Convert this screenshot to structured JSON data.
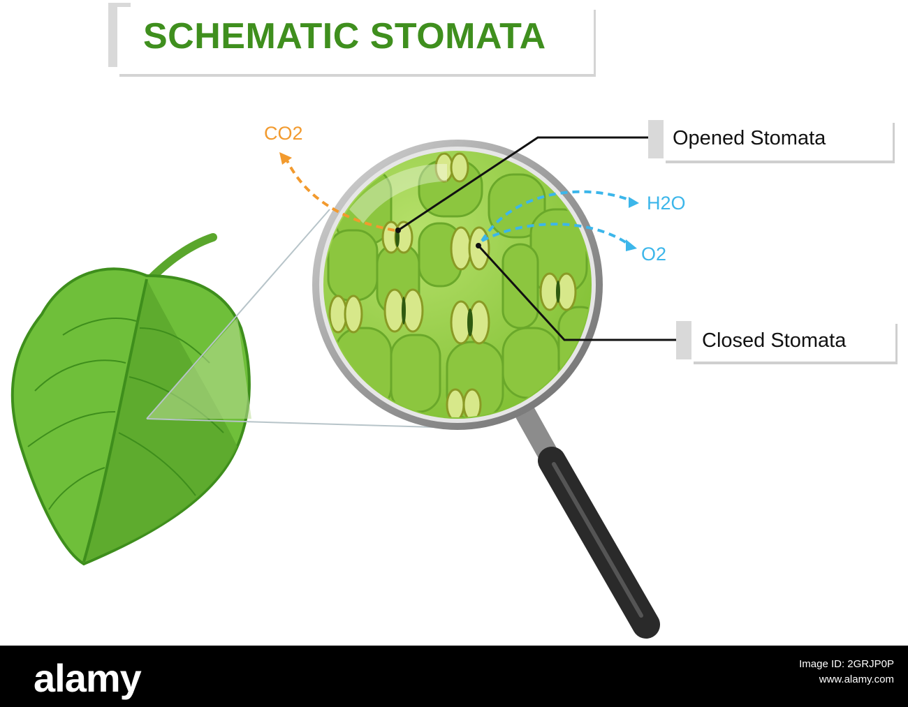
{
  "title": "SCHEMATIC STOMATA",
  "labels": {
    "opened": "Opened Stomata",
    "closed": "Closed Stomata"
  },
  "gases": {
    "co2": "CO2",
    "h2o": "H2O",
    "o2": "O2"
  },
  "footer": {
    "logo": "alamy",
    "image_id_label": "Image ID: 2GRJP0P",
    "url": "www.alamy.com"
  },
  "colors": {
    "title_green": "#3f8f1e",
    "co2_orange": "#f29a2e",
    "gas_blue": "#3cb6ea",
    "leaf_green": "#5aae32",
    "cell_green": "#8cc63f"
  }
}
